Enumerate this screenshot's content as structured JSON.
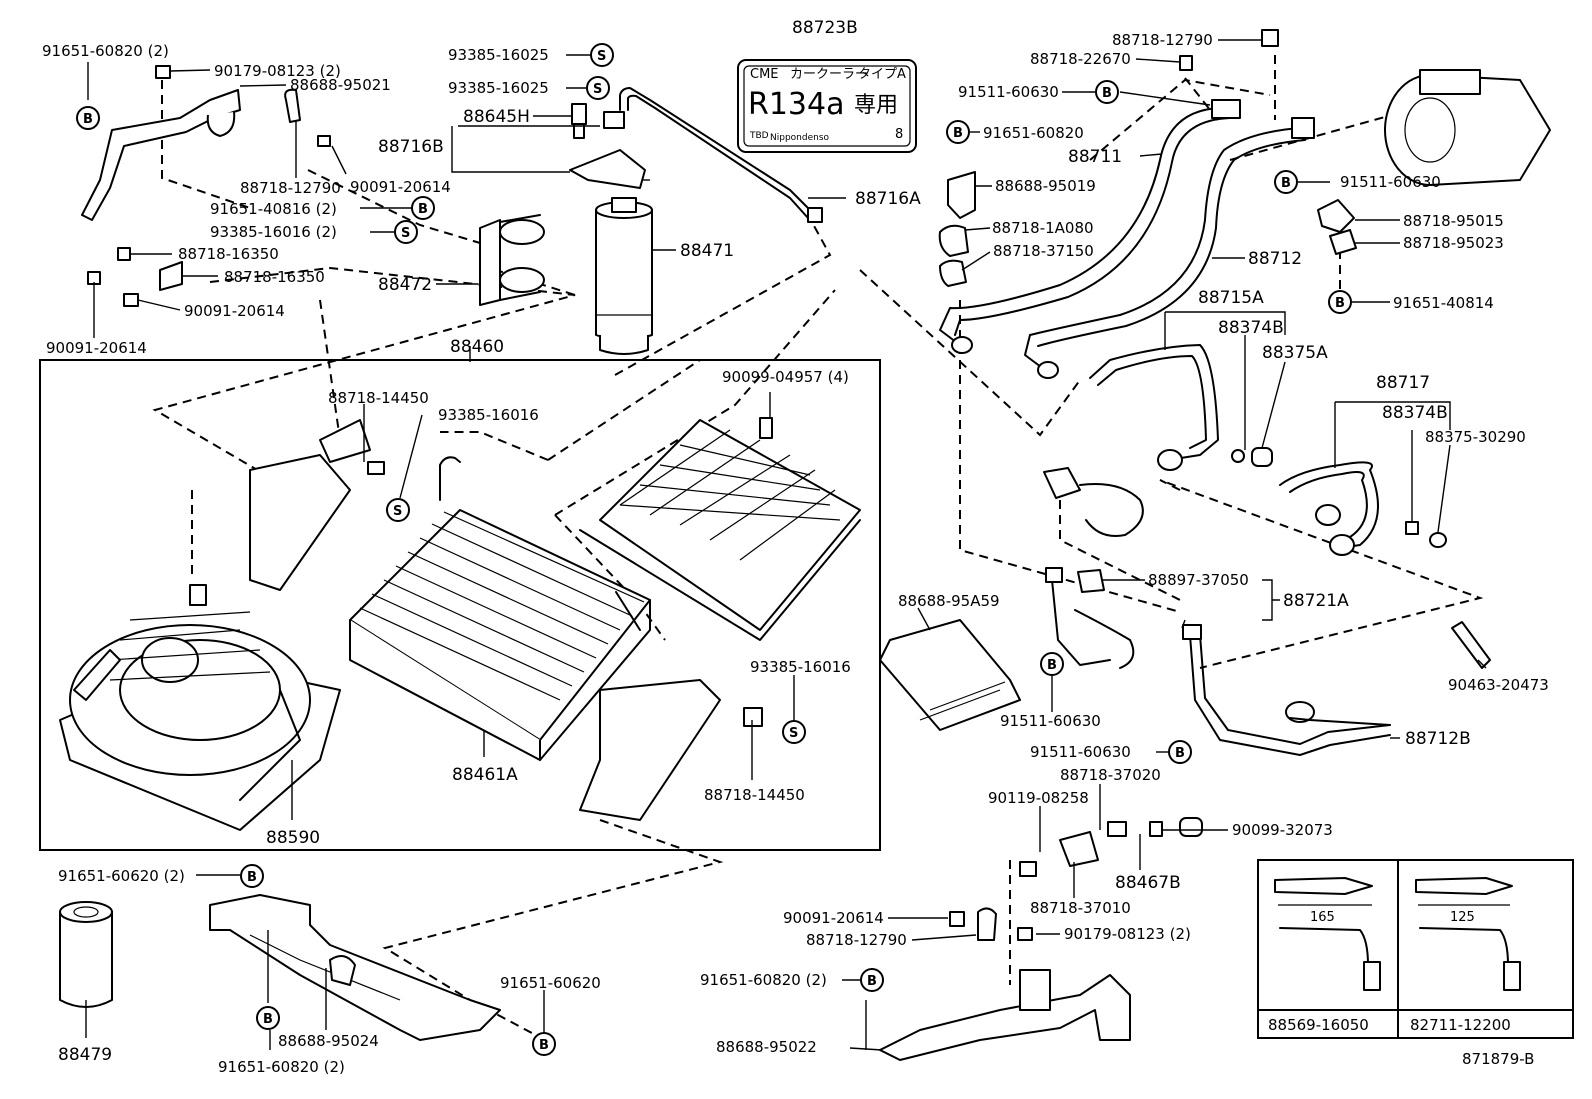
{
  "parts": {
    "p88723B": "88723B",
    "p88718_12790_top": "88718-12790",
    "p88718_22670": "88718-22670",
    "p91511_60630_a": "91511-60630",
    "p91651_60820_a": "91651-60820",
    "p88711": "88711",
    "p88688_95019": "88688-95019",
    "p88718_1A080": "88718-1A080",
    "p88718_37150": "88718-37150",
    "p88712": "88712",
    "p91511_60630_b": "91511-60630",
    "p88718_95015": "88718-95015",
    "p88718_95023": "88718-95023",
    "p91651_40814": "91651-40814",
    "p88715A": "88715A",
    "p88374B_a": "88374B",
    "p88375A": "88375A",
    "p88717": "88717",
    "p88374B_b": "88374B",
    "p88375_30290": "88375-30290",
    "p88897_37050": "88897-37050",
    "p88721A": "88721A",
    "p90463_20473": "90463-20473",
    "p88712B": "88712B",
    "p91511_60630_c": "91511-60630",
    "p91511_60630_d": "91511-60630",
    "p88718_37020": "88718-37020",
    "p90119_08258": "90119-08258",
    "p90099_32073": "90099-32073",
    "p88467B": "88467B",
    "p88718_37010": "88718-37010",
    "p90091_20614_c": "90091-20614",
    "p88718_12790_b": "88718-12790",
    "p90179_08123_b": "90179-08123 (2)",
    "p91651_60820_b": "91651-60820 (2)",
    "p88688_95022": "88688-95022",
    "p88688_95A59": "88688-95A59",
    "p91651_60820_c": "91651-60820 (2)",
    "p90179_08123_a": "90179-08123 (2)",
    "p88688_95021": "88688-95021",
    "p88718_12790_a": "88718-12790",
    "p90091_20614_a": "90091-20614",
    "p91651_40816": "91651-40816 (2)",
    "p93385_16016_a": "93385-16016 (2)",
    "p88718_16350_a": "88718-16350",
    "p88718_16350_b": "88718-16350",
    "p90091_20614_b": "90091-20614",
    "p90091_20614_d": "90091-20614",
    "p93385_16025_a": "93385-16025",
    "p93385_16025_b": "93385-16025",
    "p88645H": "88645H",
    "p88716B": "88716B",
    "p88716A": "88716A",
    "p88472": "88472",
    "p88471": "88471",
    "p88460": "88460",
    "p88718_14450_a": "88718-14450",
    "p93385_16016_b": "93385-16016",
    "p90099_04957": "90099-04957 (4)",
    "p93385_16016_c": "93385-16016",
    "p88461A": "88461A",
    "p88718_14450_b": "88718-14450",
    "p88590": "88590",
    "p91651_60620_a": "91651-60620 (2)",
    "p88479": "88479",
    "p88688_95024": "88688-95024",
    "p91651_60820_d": "91651-60820 (2)",
    "p91651_60620_b": "91651-60620",
    "p88569_16050": "88569-16050",
    "p82711_12200": "82711-12200",
    "p871879_B": "871879-B"
  },
  "label_plate": {
    "header_left": "CME",
    "header_mid": "カークーラー",
    "header_right": "タイプA",
    "refrigerant": "R134a",
    "refrigerant_suffix": "専用",
    "footer_left": "TBD",
    "footer_mid": "Nippondenso",
    "footer_right": "8"
  },
  "inset": {
    "dim_left": "165",
    "dim_right": "125"
  },
  "badges": {
    "bolt": "B",
    "screw": "S"
  }
}
